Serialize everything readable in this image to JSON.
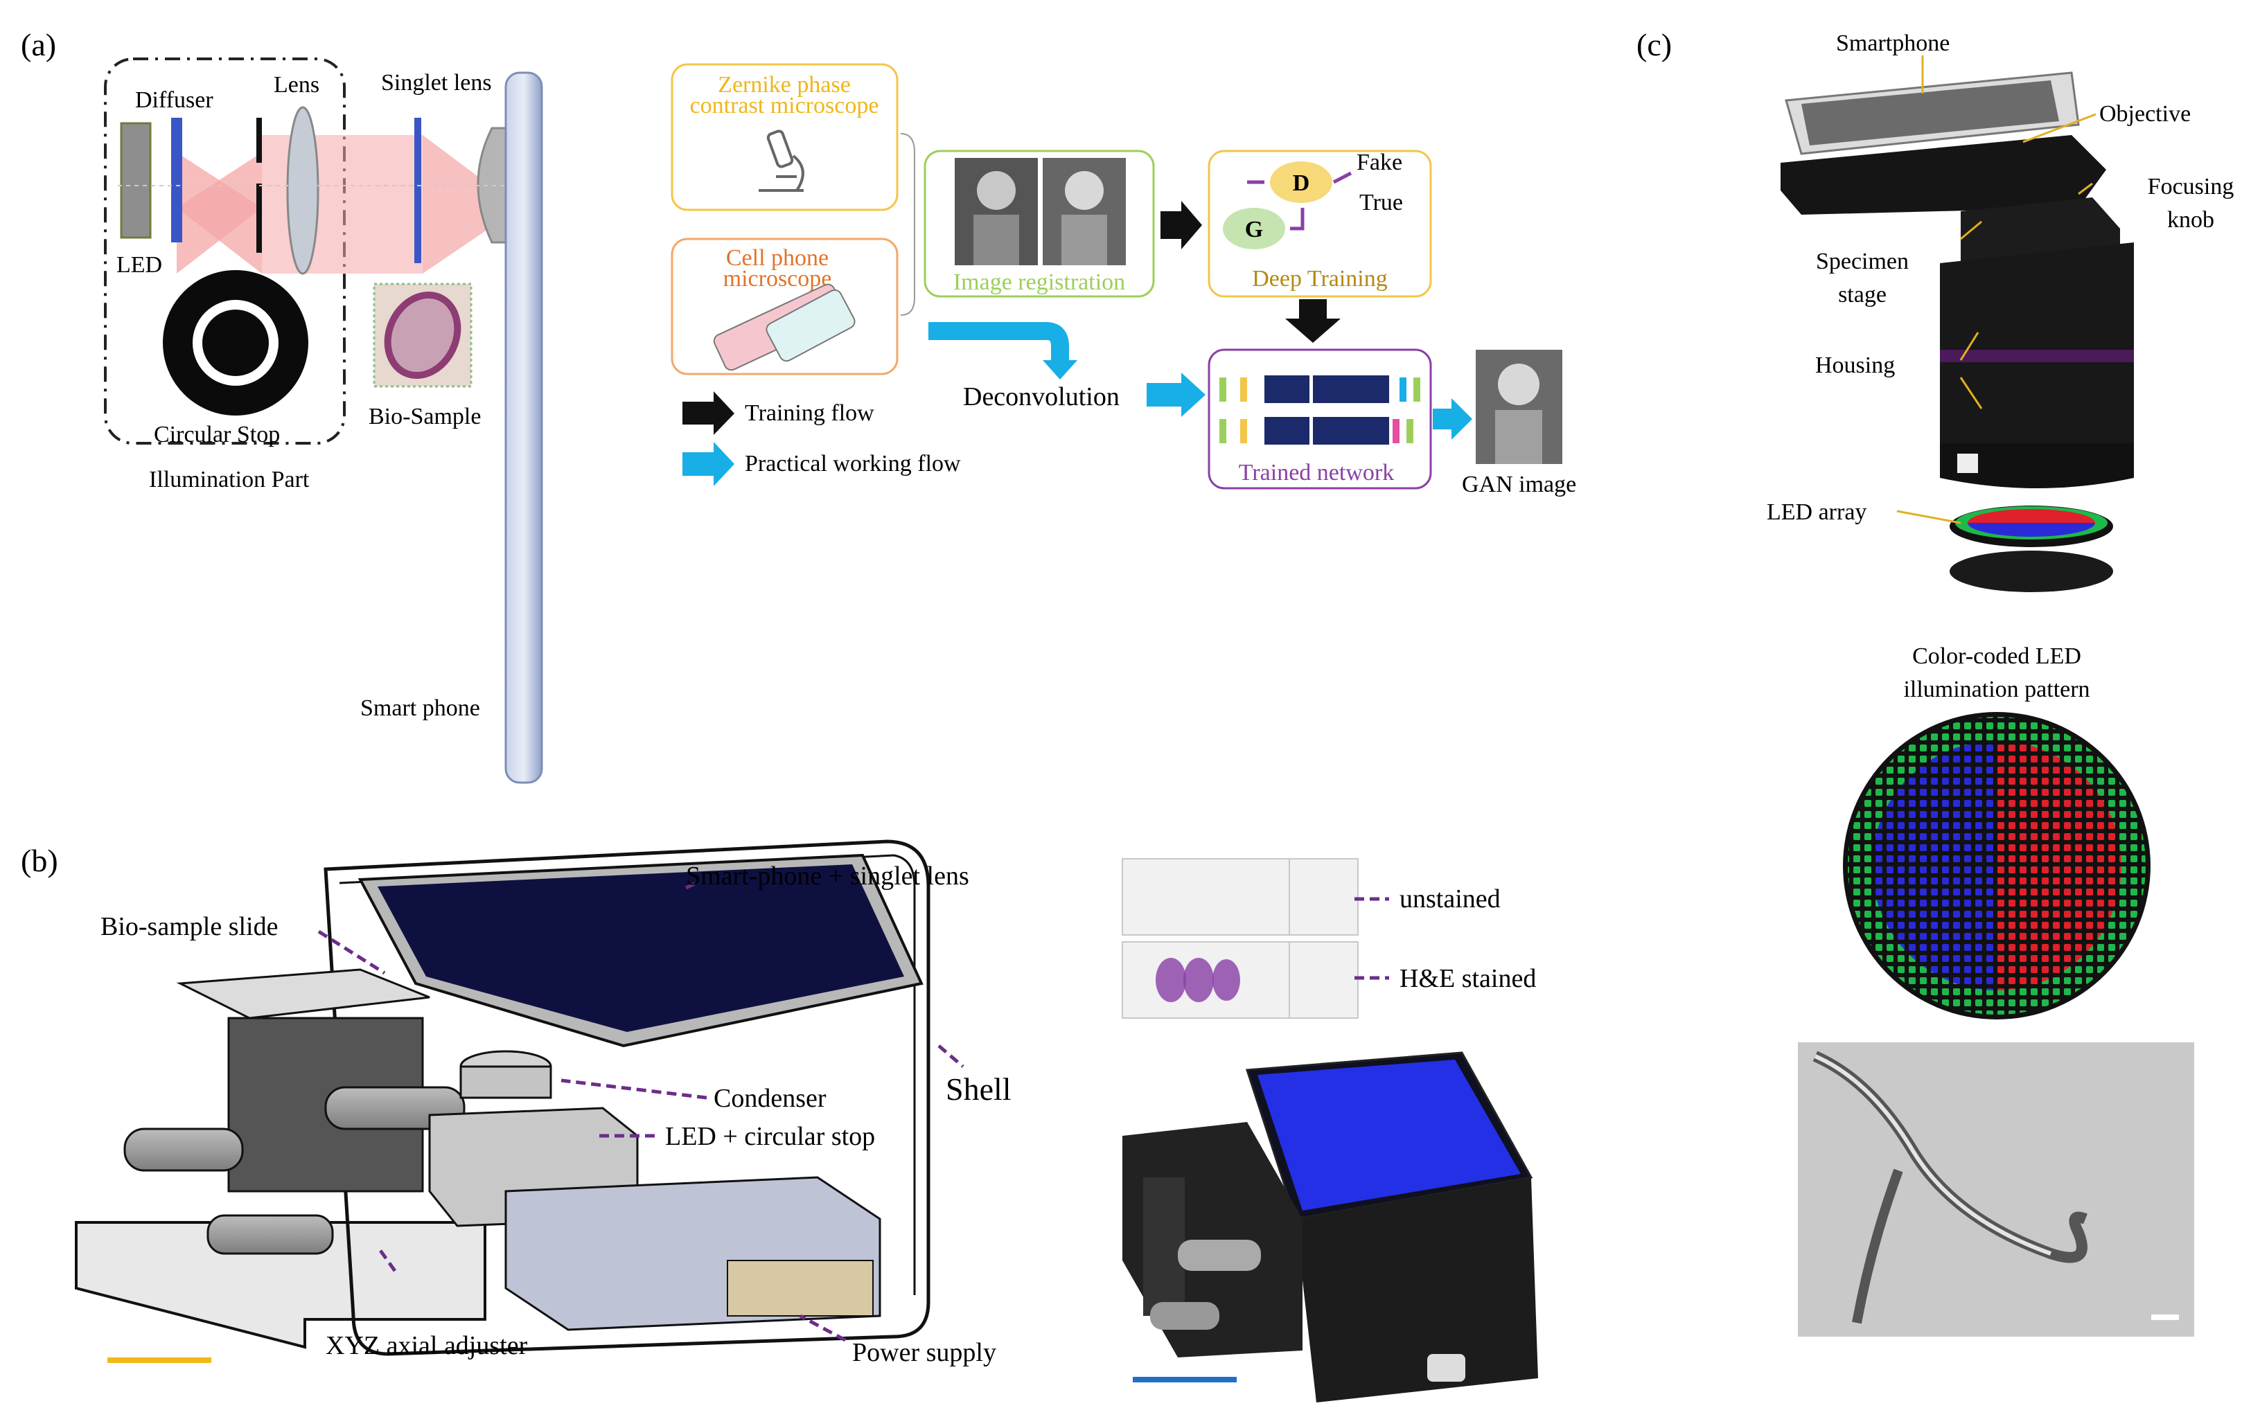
{
  "panels": {
    "a": "(a)",
    "b": "(b)",
    "c": "(c)"
  },
  "panel_a": {
    "diffuser": "Diffuser",
    "lens": "Lens",
    "singlet_lens": "Singlet lens",
    "led": "LED",
    "circular_stop": "Circular Stop",
    "bio_sample": "Bio-Sample",
    "illumination_part": "Illumination Part",
    "smart_phone": "Smart phone",
    "zernike_line1": "Zernike phase",
    "zernike_line2": "contrast microscope",
    "cellphone_line1": "Cell phone",
    "cellphone_line2": "microscope",
    "image_registration": "Image registration",
    "fake": "Fake",
    "true": "True",
    "d": "D",
    "g": "G",
    "deep_training": "Deep Training",
    "deconvolution": "Deconvolution",
    "trained_network": "Trained network",
    "gan_image": "GAN image",
    "training_flow": "Training flow",
    "practical_flow": "Practical working flow"
  },
  "panel_b": {
    "smartphone_singlet": "Smart-phone + singlet lens",
    "bio_sample_slide": "Bio-sample slide",
    "condenser": "Condenser",
    "led_circular_stop": "LED + circular stop",
    "shell": "Shell",
    "xyz": "XYZ axial adjuster",
    "power_supply": "Power supply",
    "unstained": "unstained",
    "he_stained": "H&E stained"
  },
  "panel_c": {
    "smartphone": "Smartphone",
    "objective": "Objective",
    "focusing_line1": "Focusing",
    "focusing_line2": "knob",
    "specimen_line1": "Specimen",
    "specimen_line2": "stage",
    "housing": "Housing",
    "led_array": "LED array",
    "pattern_line1": "Color-coded LED",
    "pattern_line2": "illumination pattern"
  },
  "colors": {
    "yellow_box": "#f3c64a",
    "orange_box": "#f2a86b",
    "green_box": "#9ccf5a",
    "purple_box": "#8a3fa6",
    "cyan_arrow": "#18aee6",
    "led_red": "#e0202a",
    "led_blue": "#2a2ad8",
    "led_green": "#1fb84a",
    "scale_yellow": "#f2b81a",
    "scale_blue": "#1f6fc9"
  }
}
